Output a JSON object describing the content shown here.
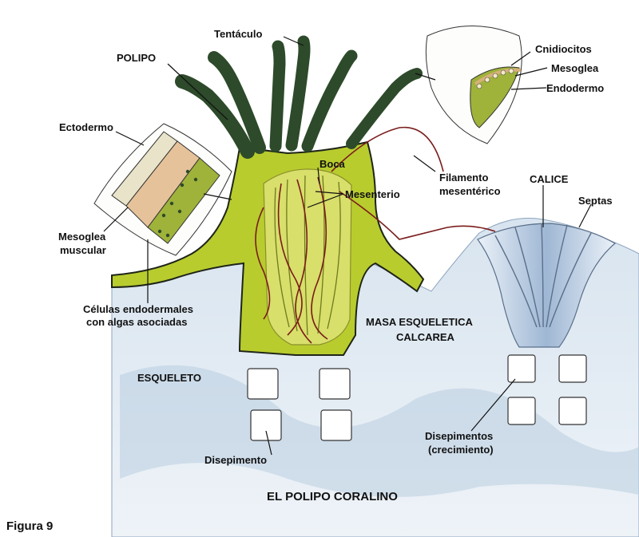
{
  "labels": {
    "tentaculo": "Tentáculo",
    "polipo": "POLIPO",
    "ectodermo": "Ectodermo",
    "mesoglea_muscular_1": "Mesoglea",
    "mesoglea_muscular_2": "muscular",
    "celulas_1": "Células endodermales",
    "celulas_2": "con algas asociadas",
    "esqueleto": "ESQUELETO",
    "disepimento": "Disepimento",
    "boca": "Boca",
    "mesenterio": "Mesenterio",
    "filamento_1": "Filamento",
    "filamento_2": "mesentérico",
    "cnidiocitos": "Cnidiocitos",
    "mesoglea": "Mesoglea",
    "endodermo": "Endodermo",
    "calice": "CALICE",
    "septas": "Septas",
    "masa_1": "MASA ESQUELETICA",
    "masa_2": "CALCAREA",
    "disepimentos_1": "Disepimentos",
    "disepimentos_2": "(crecimiento)",
    "title": "EL POLIPO CORALINO",
    "figure_number": "Figura 9"
  },
  "colors": {
    "polyp_green": "#b8cc2e",
    "polyp_outline": "#1e2418",
    "tentacle": "#2d4a2a",
    "skeleton_blue": "#c9d9e8",
    "filament": "#7a1c1c"
  }
}
